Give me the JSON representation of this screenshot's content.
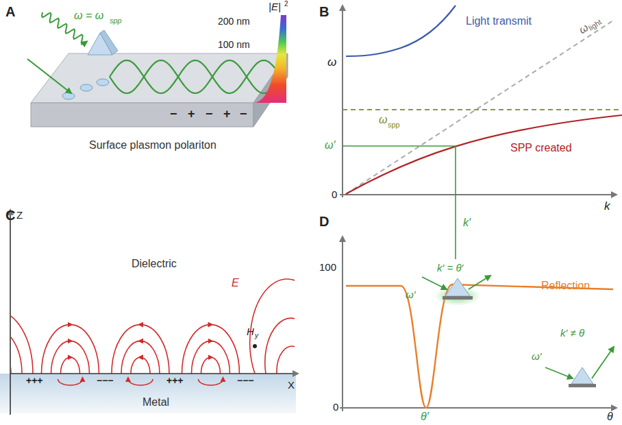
{
  "diagram": {
    "labels": [
      "A",
      "ω = ω",
      "spp",
      "|E|",
      "2",
      "200 nm",
      "100 nm",
      "−",
      "+",
      "−",
      "+",
      "−",
      "Surface plasmon polariton",
      "B",
      "ω",
      "Light transmit",
      "ω",
      "light",
      "ω",
      "spp",
      "SPP created",
      "ω′",
      "0",
      "k",
      "k′",
      "C",
      "Z",
      "Dielectric",
      "E",
      "H",
      "y",
      "+++",
      "−−−",
      "+++",
      "−−−",
      "Metal",
      "X",
      "D",
      "100",
      "k′ = θ′",
      "ω′",
      "Reflection",
      "k′ ≠ θ",
      "ω′",
      "0",
      "θ′",
      "θ"
    ]
  }
}
